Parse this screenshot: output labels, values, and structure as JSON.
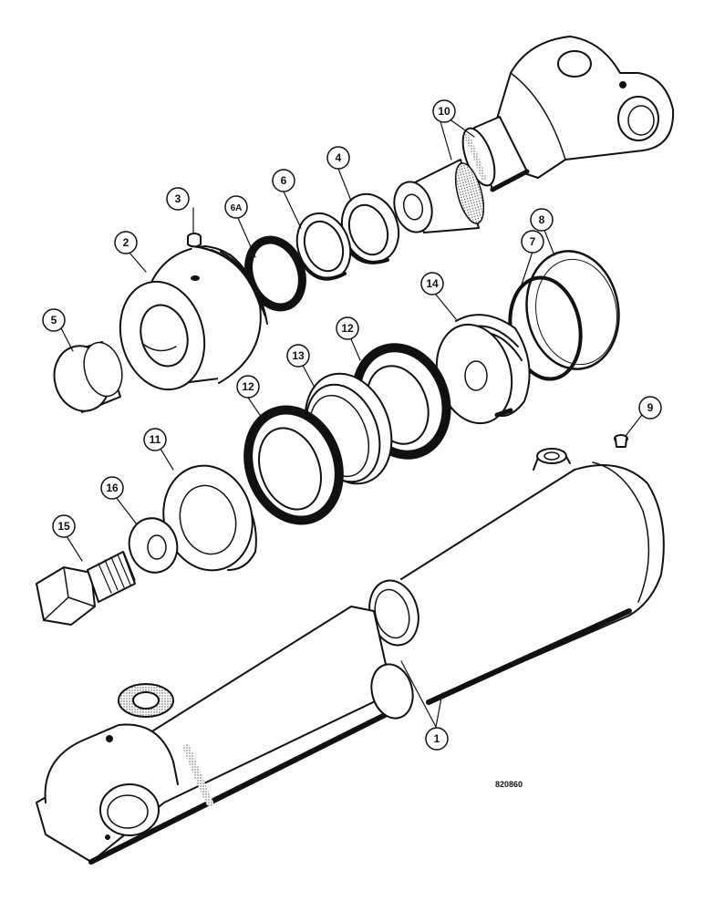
{
  "figure": {
    "reference_number": "820860"
  },
  "callouts": {
    "c1": "1",
    "c2": "2",
    "c3": "3",
    "c4": "4",
    "c5": "5",
    "c6": "6",
    "c6a": "6A",
    "c7": "7",
    "c8": "8",
    "c9": "9",
    "c10": "10",
    "c11": "11",
    "c12a": "12",
    "c12b": "12",
    "c13": "13",
    "c14": "14",
    "c15": "15",
    "c16": "16"
  },
  "colors": {
    "ink": "#111111",
    "paper": "#ffffff",
    "stipple": "#8a8a8a"
  }
}
